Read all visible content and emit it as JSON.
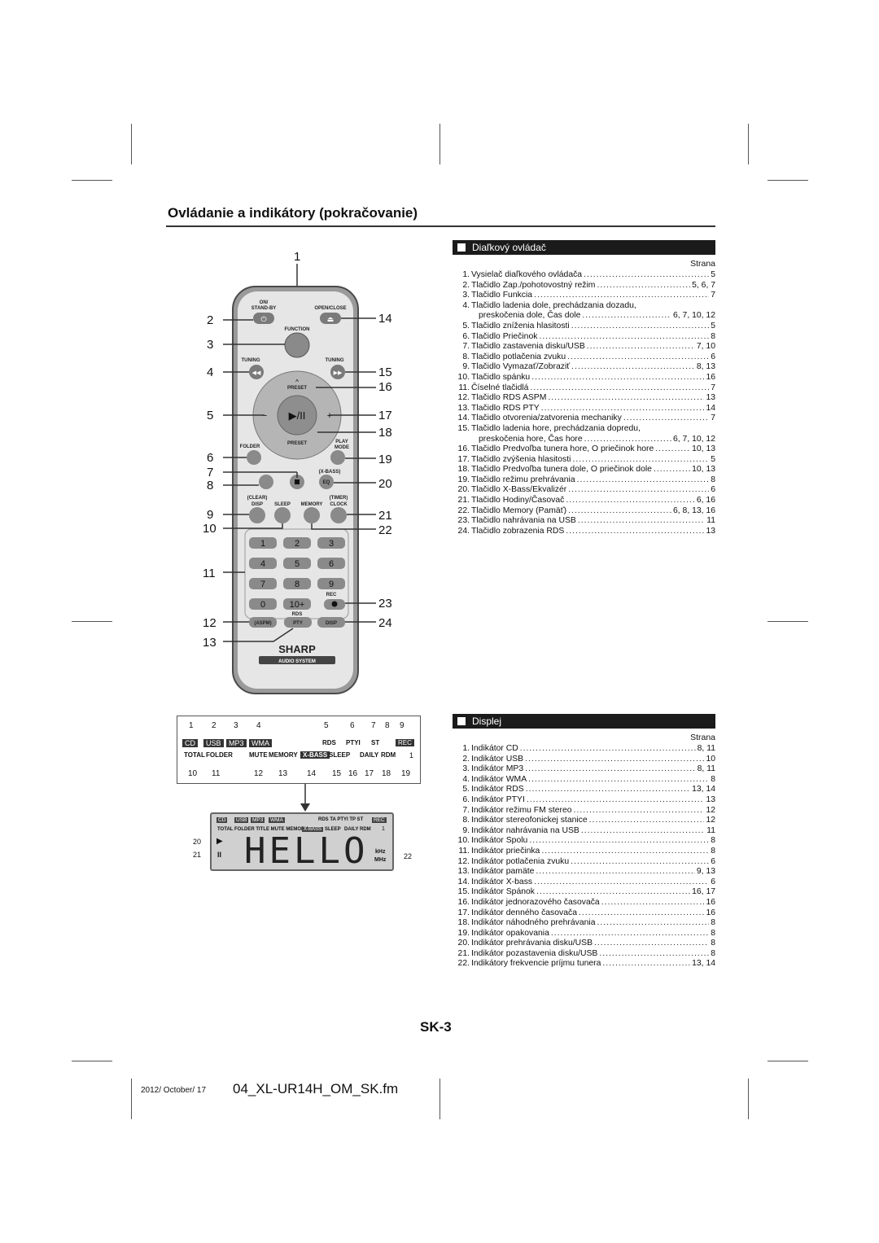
{
  "header": {
    "title": "Ovládanie a indikátory (pokračovanie)"
  },
  "remote_section": {
    "heading": "Diaľkový ovládač",
    "page_col": "Strana",
    "items": [
      {
        "n": "1.",
        "t": "Vysielač diaľkového ovládača",
        "p": "5"
      },
      {
        "n": "2.",
        "t": "Tlačidlo Zap./pohotovostný režim",
        "p": "5, 6, 7"
      },
      {
        "n": "3.",
        "t": "Tlačidlo Funkcia",
        "p": "7"
      },
      {
        "n": "4.",
        "t": "Tlačidlo ladenia dole, prechádzania dozadu,",
        "p": ""
      },
      {
        "n": "",
        "t": "preskočenia dole, Čas dole",
        "p": "6, 7, 10, 12"
      },
      {
        "n": "5.",
        "t": "Tlačidlo zníženia hlasitosti",
        "p": "5"
      },
      {
        "n": "6.",
        "t": "Tlačidlo Priečinok",
        "p": "8"
      },
      {
        "n": "7.",
        "t": "Tlačidlo zastavenia disku/USB",
        "p": "7, 10"
      },
      {
        "n": "8.",
        "t": "Tlačidlo potlačenia zvuku",
        "p": "6"
      },
      {
        "n": "9.",
        "t": "Tlačidlo Vymazať/Zobraziť",
        "p": "8, 13"
      },
      {
        "n": "10.",
        "t": "Tlačidlo spánku",
        "p": "16"
      },
      {
        "n": "11.",
        "t": "Číselné tlačidlá",
        "p": "7"
      },
      {
        "n": "12.",
        "t": "Tlačidlo RDS ASPM",
        "p": "13"
      },
      {
        "n": "13.",
        "t": "Tlačidlo RDS PTY",
        "p": "14"
      },
      {
        "n": "14.",
        "t": "Tlačidlo otvorenia/zatvorenia mechaniky",
        "p": "7"
      },
      {
        "n": "15.",
        "t": "Tlačidlo ladenia hore, prechádzania dopredu,",
        "p": ""
      },
      {
        "n": "",
        "t": "preskočenia hore, Čas hore",
        "p": "6, 7, 10, 12"
      },
      {
        "n": "16.",
        "t": "Tlačidlo Predvoľba tunera hore, O priečinok hore",
        "p": "10, 13"
      },
      {
        "n": "17.",
        "t": "Tlačidlo zvýšenia hlasitosti",
        "p": "5"
      },
      {
        "n": "18.",
        "t": "Tlačidlo Predvoľba tunera dole, O priečinok dole",
        "p": "10, 13"
      },
      {
        "n": "19.",
        "t": "Tlačidlo režimu prehrávania",
        "p": "8"
      },
      {
        "n": "20.",
        "t": "Tlačidlo X-Bass/Ekvalizér",
        "p": "6"
      },
      {
        "n": "21.",
        "t": "Tlačidlo Hodiny/Časovač",
        "p": "6, 16"
      },
      {
        "n": "22.",
        "t": "Tlačidlo Memory (Pamäť)",
        "p": "6, 8, 13, 16"
      },
      {
        "n": "23.",
        "t": "Tlačidlo nahrávania na USB",
        "p": "11"
      },
      {
        "n": "24.",
        "t": "Tlačidlo zobrazenia RDS",
        "p": "13"
      }
    ]
  },
  "display_section": {
    "heading": "Displej",
    "page_col": "Strana",
    "items": [
      {
        "n": "1.",
        "t": "Indikátor CD",
        "p": "8, 11"
      },
      {
        "n": "2.",
        "t": "Indikátor USB",
        "p": "10"
      },
      {
        "n": "3.",
        "t": "Indikátor MP3",
        "p": "8, 11"
      },
      {
        "n": "4.",
        "t": "Indikátor WMA",
        "p": "8"
      },
      {
        "n": "5.",
        "t": "Indikátor RDS",
        "p": "13, 14"
      },
      {
        "n": "6.",
        "t": "Indikátor PTYI",
        "p": "13"
      },
      {
        "n": "7.",
        "t": "Indikátor režimu FM stereo",
        "p": "12"
      },
      {
        "n": "8.",
        "t": "Indikátor stereofonickej stanice",
        "p": "12"
      },
      {
        "n": "9.",
        "t": "Indikátor nahrávania na USB",
        "p": "11"
      },
      {
        "n": "10.",
        "t": "Indikátor Spolu",
        "p": "8"
      },
      {
        "n": "11.",
        "t": "Indikátor priečinka",
        "p": "8"
      },
      {
        "n": "12.",
        "t": "Indikátor potlačenia zvuku",
        "p": "6"
      },
      {
        "n": "13.",
        "t": "Indikátor pamäte",
        "p": "9, 13"
      },
      {
        "n": "14.",
        "t": "Indikátor X-bass",
        "p": "6"
      },
      {
        "n": "15.",
        "t": "Indikátor Spánok",
        "p": "16, 17"
      },
      {
        "n": "16.",
        "t": "Indikátor jednorazového časovača",
        "p": "16"
      },
      {
        "n": "17.",
        "t": "Indikátor denného časovača",
        "p": "16"
      },
      {
        "n": "18.",
        "t": "Indikátor náhodného prehrávania",
        "p": "8"
      },
      {
        "n": "19.",
        "t": "Indikátor opakovania",
        "p": "8"
      },
      {
        "n": "20.",
        "t": "Indikátor prehrávania disku/USB",
        "p": "8"
      },
      {
        "n": "21.",
        "t": "Indikátor pozastavenia disku/USB",
        "p": "8"
      },
      {
        "n": "22.",
        "t": "Indikátory frekvencie príjmu tunera",
        "p": "13, 14"
      }
    ]
  },
  "remote": {
    "labels": {
      "on_standby": "ON/",
      "on_standby2": "STAND-BY",
      "open_close": "OPEN/CLOSE",
      "function": "FUNCTION",
      "tuning_down": "TUNING",
      "tuning_up": "TUNING",
      "preset_top": "PRESET",
      "preset_bottom": "PRESET",
      "folder": "FOLDER",
      "play_mode": "PLAY",
      "play_mode2": "MODE",
      "xbass": "(X-BASS)",
      "eq": "EQ",
      "clear": "(CLEAR)",
      "timer": "(TIMER)",
      "disp": "DISP",
      "sleep": "SLEEP",
      "memory": "MEMORY",
      "clock": "CLOCK",
      "keys": [
        "1",
        "2",
        "3",
        "4",
        "5",
        "6",
        "7",
        "8",
        "9",
        "0",
        "10+"
      ],
      "rec": "REC",
      "rds": "RDS",
      "aspm": "(ASPM)",
      "pty": "PTY",
      "disp2": "DISP",
      "brand": "SHARP",
      "sub": "AUDIO SYSTEM"
    },
    "callouts_left": [
      "1",
      "2",
      "3",
      "4",
      "5",
      "6",
      "7",
      "8",
      "9",
      "10",
      "11",
      "12",
      "13"
    ],
    "callouts_right": [
      "14",
      "15",
      "16",
      "17",
      "18",
      "19",
      "20",
      "21",
      "22",
      "23",
      "24"
    ]
  },
  "lcd_diagram": {
    "top_numbers": [
      "1",
      "2",
      "3",
      "4",
      "5",
      "6",
      "7",
      "8",
      "9"
    ],
    "badges": [
      "CD",
      "USB",
      "MP3",
      "WMA"
    ],
    "rds": "RDS",
    "ptyi": "PTYI",
    "st": "ST",
    "rec": "REC",
    "row2": [
      "TOTAL",
      "FOLDER",
      "MUTE",
      "MEMORY",
      "X-BASS",
      "SLEEP",
      "DAILY",
      "RDM"
    ],
    "one": "1",
    "bottom_numbers": [
      "10",
      "11",
      "12",
      "13",
      "14",
      "15",
      "16",
      "17",
      "18",
      "19"
    ]
  },
  "lcd_screen": {
    "badges": [
      "CD",
      "USB",
      "MP3",
      "WMA"
    ],
    "top_right": "RDS TA PTYI TP ST",
    "rec": "REC",
    "row2": "TOTAL FOLDER TITLE MUTE MEMORY",
    "xbass": "X-BASS",
    "row2b": "SLEEP",
    "row2c": "DAILY RDM",
    "one": "1",
    "main_text": "HELLO",
    "khz": "kHz",
    "mhz": "MHz",
    "callouts": [
      "20",
      "21",
      "22"
    ]
  },
  "footer": {
    "page_number": "SK-3",
    "date": "2012/ October/ 17",
    "file": "04_XL-UR14H_OM_SK.fm"
  }
}
